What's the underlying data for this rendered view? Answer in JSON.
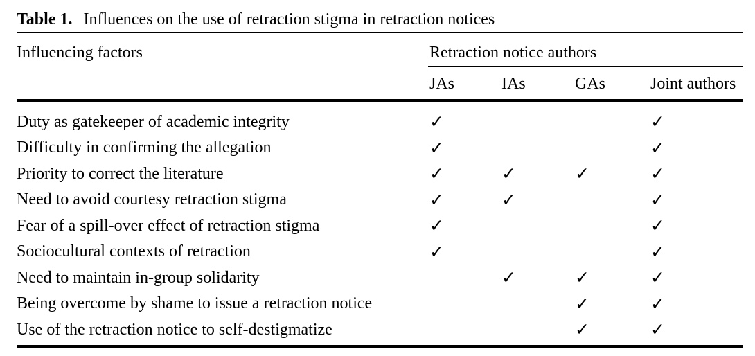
{
  "table": {
    "caption_label": "Table 1.",
    "caption_text": "Influences on the use of retraction stigma in retraction notices",
    "col1_header": "Influencing factors",
    "group_header": "Retraction notice authors",
    "columns": [
      "JAs",
      "IAs",
      "GAs",
      "Joint authors"
    ],
    "check_glyph": "✓",
    "rows": [
      {
        "factor": "Duty as gatekeeper of academic integrity",
        "checks": [
          true,
          false,
          false,
          true
        ]
      },
      {
        "factor": "Difficulty in confirming the allegation",
        "checks": [
          true,
          false,
          false,
          true
        ]
      },
      {
        "factor": "Priority to correct the literature",
        "checks": [
          true,
          true,
          true,
          true
        ]
      },
      {
        "factor": "Need to avoid courtesy retraction stigma",
        "checks": [
          true,
          true,
          false,
          true
        ]
      },
      {
        "factor": "Fear of a spill-over effect of retraction stigma",
        "checks": [
          true,
          false,
          false,
          true
        ]
      },
      {
        "factor": "Sociocultural contexts of retraction",
        "checks": [
          true,
          false,
          false,
          true
        ]
      },
      {
        "factor": "Need to maintain in-group solidarity",
        "checks": [
          false,
          true,
          true,
          true
        ]
      },
      {
        "factor": "Being overcome by shame to issue a retraction notice",
        "checks": [
          false,
          false,
          true,
          true
        ]
      },
      {
        "factor": "Use of the retraction notice to self-destigmatize",
        "checks": [
          false,
          false,
          true,
          true
        ]
      }
    ],
    "text_color": "#000000",
    "background": "#ffffff"
  }
}
